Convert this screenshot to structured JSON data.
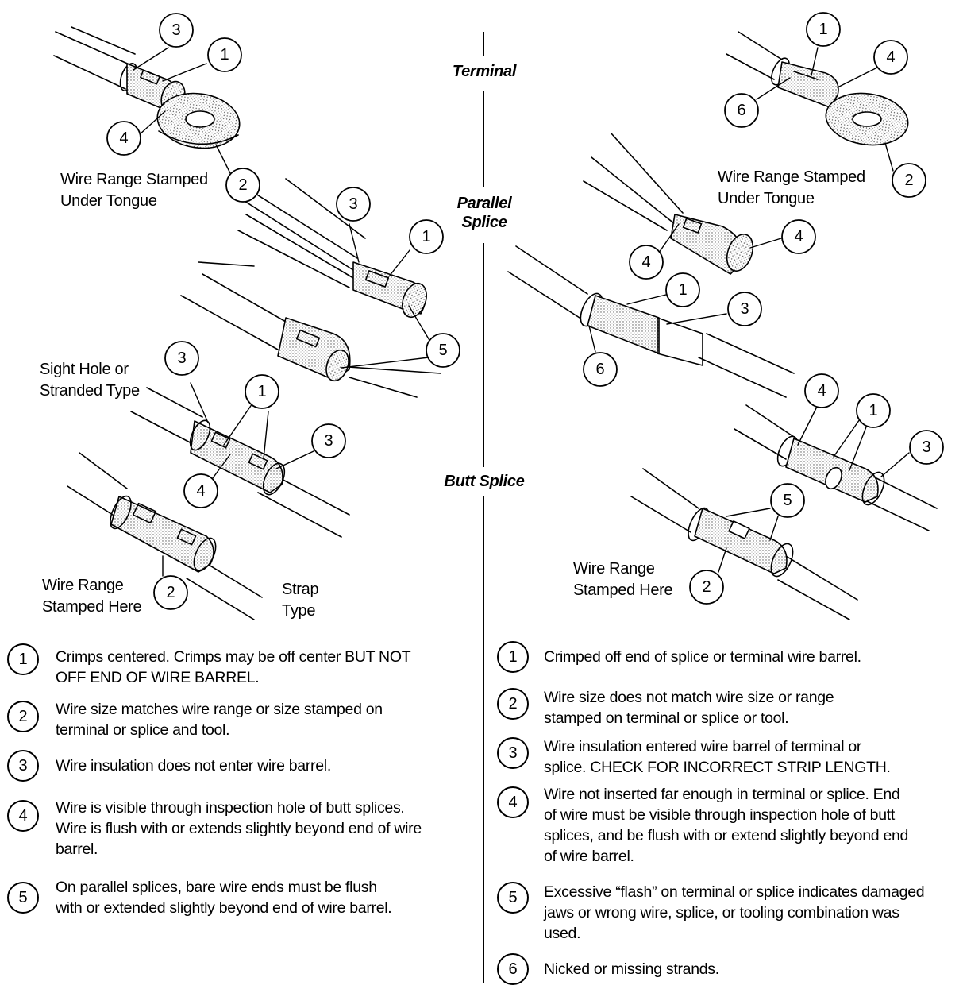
{
  "sections": {
    "terminal": "Terminal",
    "parallel_splice": [
      "Parallel",
      "Splice"
    ],
    "butt_splice": "Butt Splice"
  },
  "labels": {
    "wire_range_tongue": [
      "Wire Range Stamped",
      "Under Tongue"
    ],
    "sight_hole": [
      "Sight Hole or",
      "Stranded Type"
    ],
    "wire_range_here": [
      "Wire Range",
      "Stamped Here"
    ],
    "strap_type": [
      "Strap",
      "Type"
    ]
  },
  "good_legend": [
    {
      "num": "1",
      "lines": [
        "Crimps centered. Crimps may be off center BUT NOT",
        "OFF END OF WIRE BARREL."
      ]
    },
    {
      "num": "2",
      "lines": [
        "Wire size matches wire range or size stamped on",
        "terminal or splice and tool."
      ]
    },
    {
      "num": "3",
      "lines": [
        "Wire insulation does not enter wire barrel."
      ]
    },
    {
      "num": "4",
      "lines": [
        "Wire is visible through inspection hole of butt splices.",
        "Wire is flush with or extends slightly beyond end of wire",
        "barrel."
      ]
    },
    {
      "num": "5",
      "lines": [
        "On parallel splices, bare wire ends must be flush",
        "with or extended slightly beyond end of wire barrel."
      ]
    }
  ],
  "bad_legend": [
    {
      "num": "1",
      "lines": [
        "Crimped off end of splice or terminal wire barrel."
      ]
    },
    {
      "num": "2",
      "lines": [
        "Wire size does not match wire size or range",
        "stamped on terminal or splice or tool."
      ]
    },
    {
      "num": "3",
      "lines": [
        "Wire insulation entered wire barrel of terminal or",
        "splice. CHECK FOR INCORRECT STRIP LENGTH."
      ]
    },
    {
      "num": "4",
      "lines": [
        "Wire not inserted far enough in terminal or splice. End",
        "of wire must be visible through inspection hole of butt",
        "splices, and be flush with or extend slightly beyond end",
        "of wire barrel."
      ]
    },
    {
      "num": "5",
      "lines": [
        "Excessive “flash” on terminal or splice indicates damaged",
        "jaws or wrong wire, splice, or tooling combination was",
        "used."
      ]
    },
    {
      "num": "6",
      "lines": [
        "Nicked or missing strands."
      ]
    }
  ],
  "callouts": [
    "1",
    "2",
    "3",
    "4",
    "5",
    "6"
  ]
}
